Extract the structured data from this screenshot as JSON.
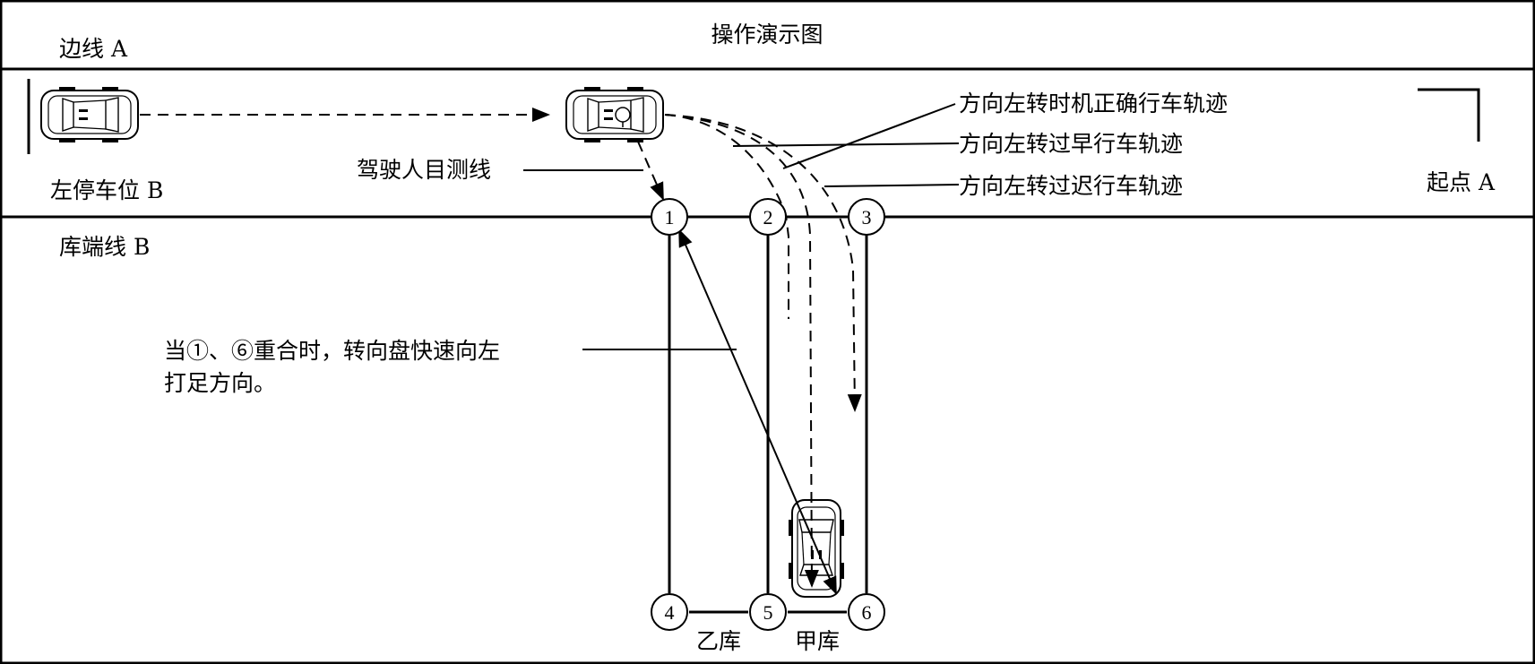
{
  "title": "操作演示图",
  "labels": {
    "edge_line_a": "边线 A",
    "left_parking_b": "左停车位 B",
    "start_a": "起点 A",
    "garage_end_line_b": "库端线 B",
    "driver_sight_line": "驾驶人目测线",
    "traj_correct": "方向左转时机正确行车轨迹",
    "traj_early": "方向左转过早行车轨迹",
    "traj_late": "方向左转过迟行车轨迹",
    "note_line1": "当①、⑥重合时，转向盘快速向左",
    "note_line2": "打足方向。",
    "garage_yi": "乙库",
    "garage_jia": "甲库"
  },
  "points": [
    "1",
    "2",
    "3",
    "4",
    "5",
    "6"
  ],
  "icons": {
    "car_left": "car-top-view-icon",
    "car_middle": "car-top-view-icon",
    "car_bottom": "car-top-view-icon"
  }
}
